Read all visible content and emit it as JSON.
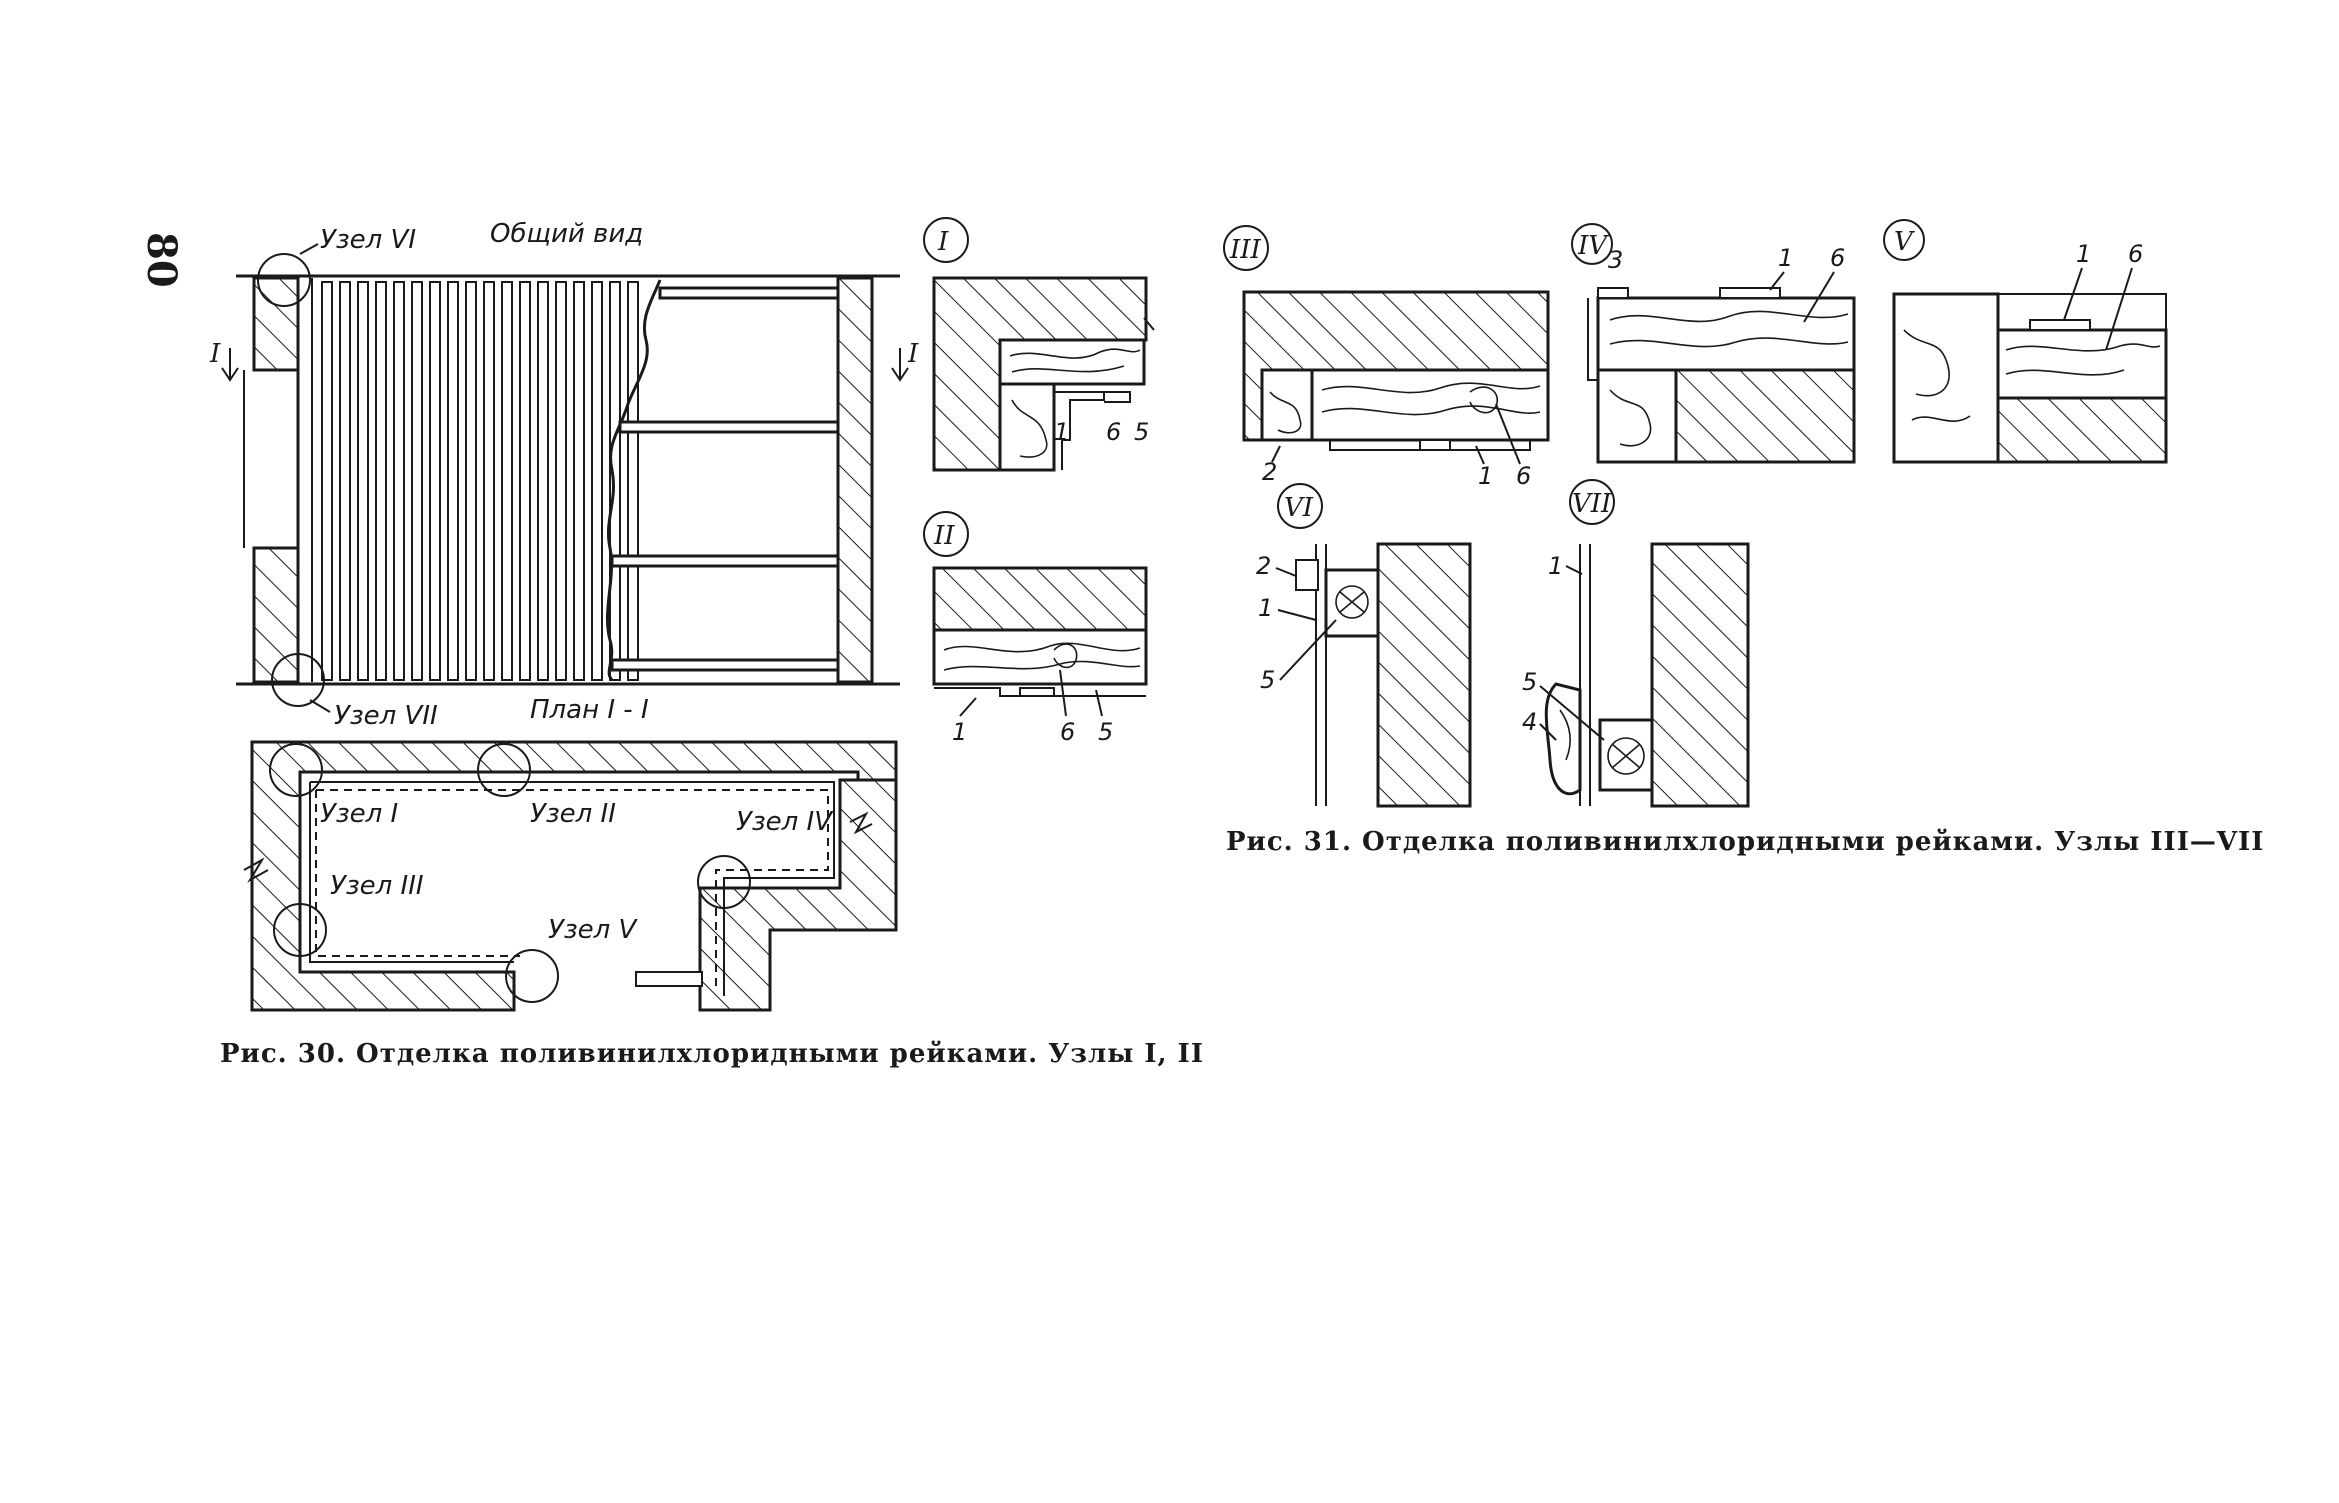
{
  "page_number": "80",
  "fig30": {
    "general_view_title": "Общий вид",
    "plan_title": "План I - I",
    "section_mark": "I",
    "node_VI": "Узел VI",
    "node_VII": "Узел VII",
    "plan_node_I": "Узел I",
    "plan_node_II": "Узел II",
    "plan_node_III": "Узел III",
    "plan_node_IV": "Узел IV",
    "plan_node_V": "Узел V",
    "detail_I_label": "I",
    "detail_II_label": "II",
    "detail_I_callouts": [
      "1",
      "6",
      "5"
    ],
    "detail_II_callouts": [
      "1",
      "6",
      "5"
    ],
    "caption": "Рис. 30. Отделка поливинилхлоридными рейками. Узлы I, II"
  },
  "fig31": {
    "detail_III_label": "III",
    "detail_IV_label": "IV",
    "detail_V_label": "V",
    "detail_VI_label": "VI",
    "detail_VII_label": "VII",
    "detail_III_callouts": [
      "2",
      "1",
      "6"
    ],
    "detail_IV_callouts": [
      "3",
      "1",
      "6"
    ],
    "detail_V_callouts": [
      "1",
      "6"
    ],
    "detail_VI_callouts": [
      "2",
      "1",
      "5"
    ],
    "detail_VII_callouts": [
      "1",
      "5",
      "4"
    ],
    "caption": "Рис. 31. Отделка поливинилхлоридными рейками. Узлы III—VII"
  }
}
